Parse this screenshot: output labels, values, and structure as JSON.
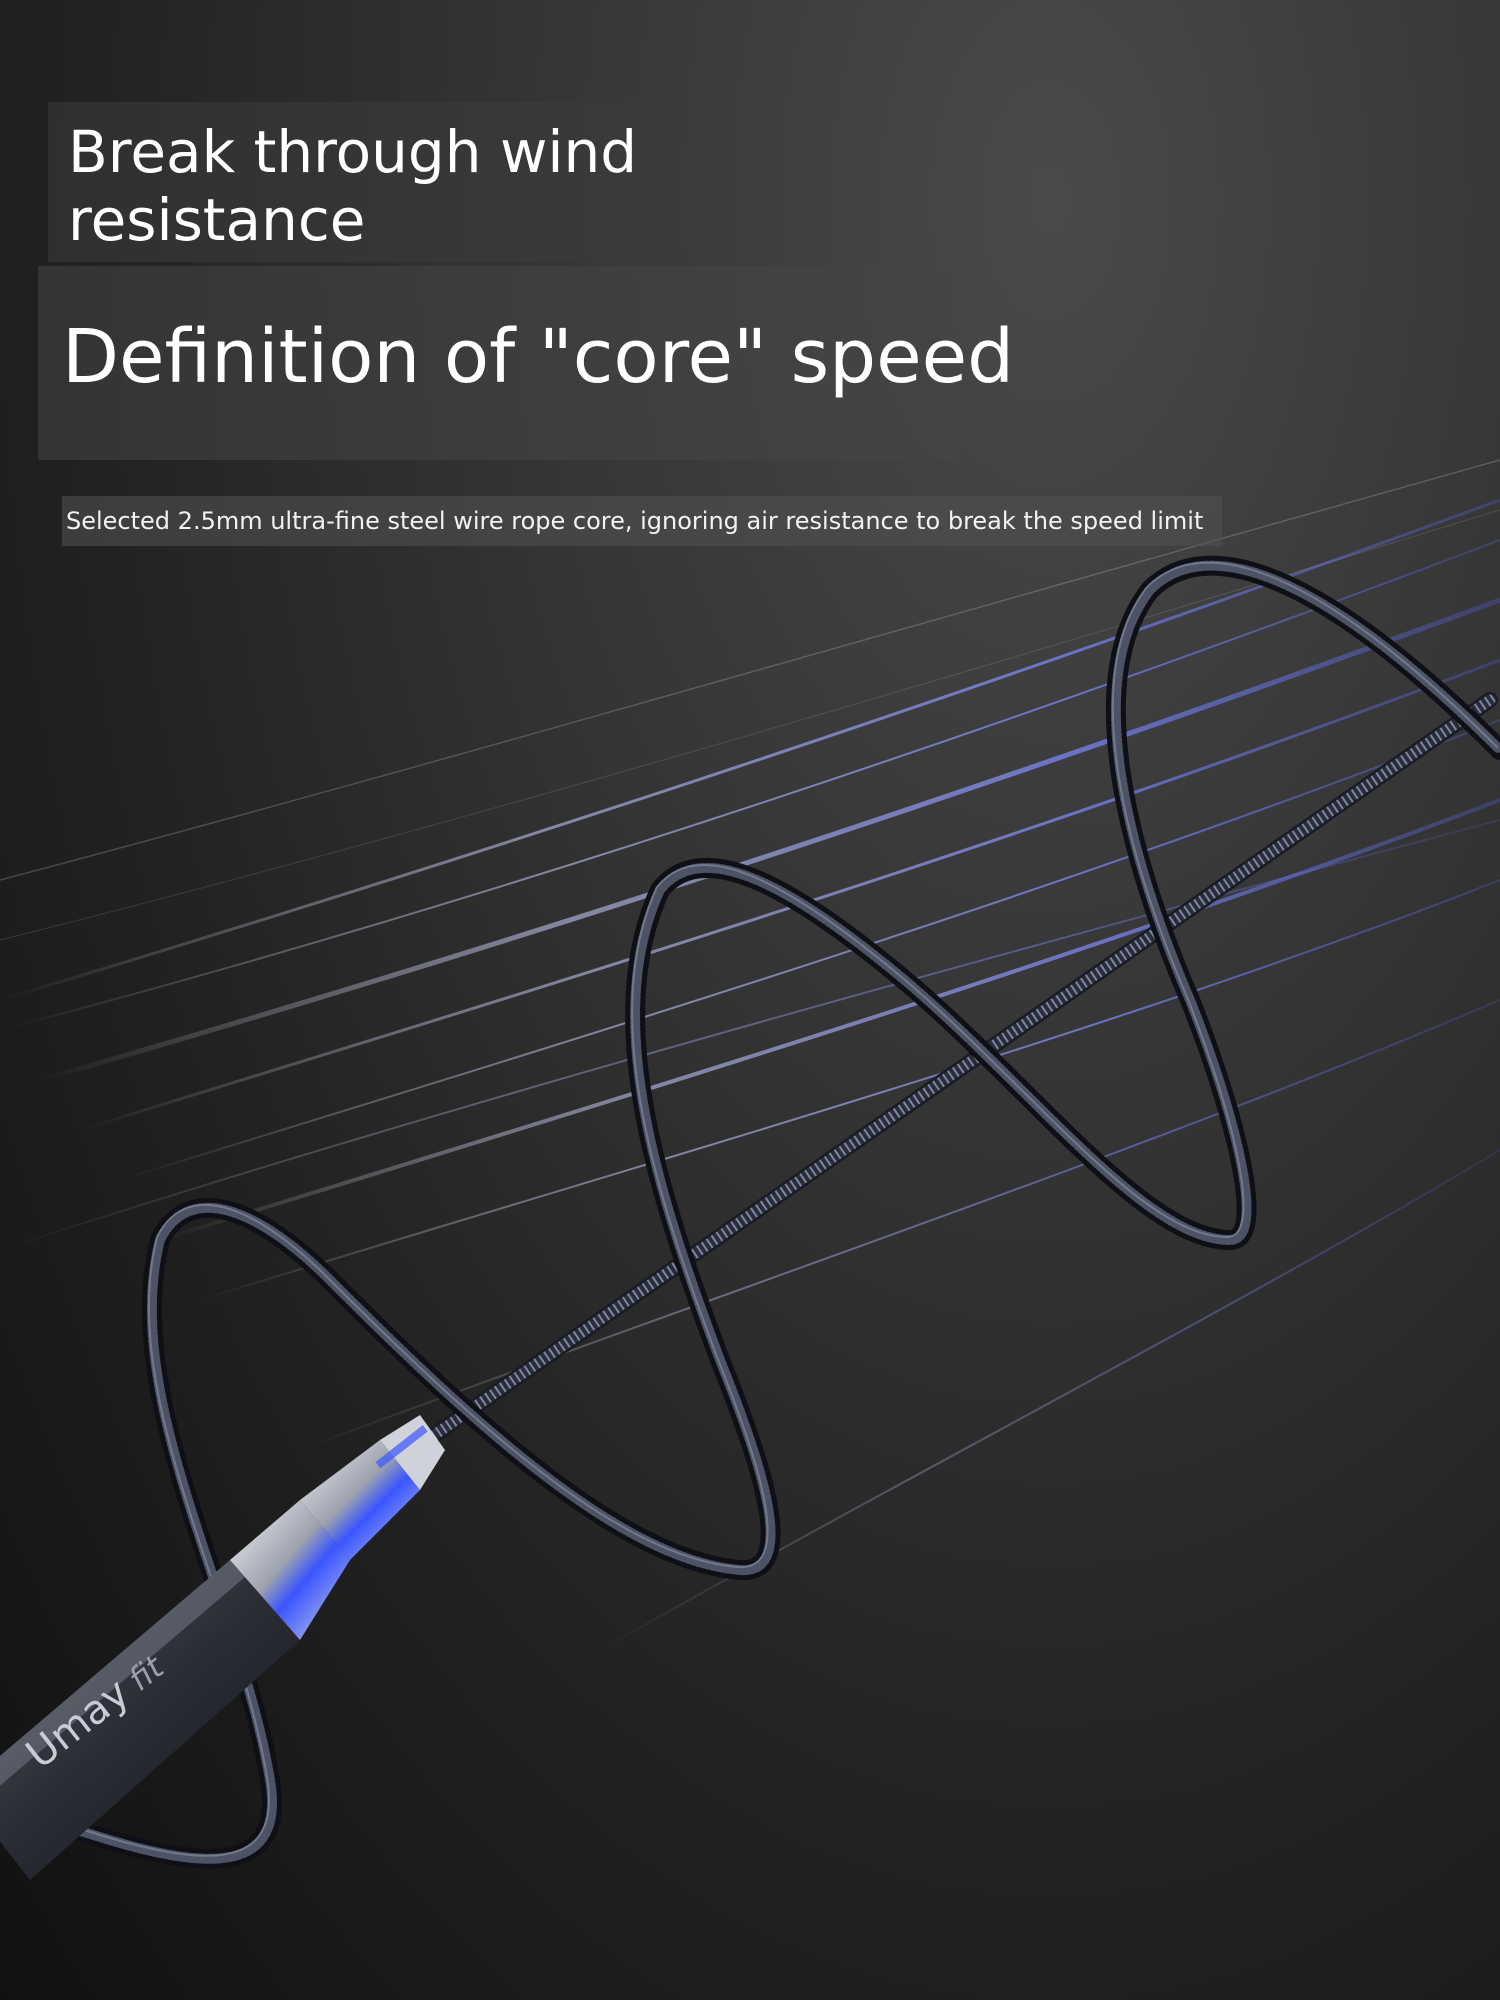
{
  "headline": "Break through wind resistance",
  "title": "Definition of \"core\" speed",
  "caption": "Selected 2.5mm ultra-fine steel wire rope core, ignoring air resistance to break the speed limit",
  "brand": {
    "name": "Umay",
    "badge": "fit"
  },
  "colors": {
    "background": "#2b2b2b",
    "wind_streak": "#8f9bff",
    "rope": "#1b1d24",
    "text": "#ffffff"
  },
  "icons": {
    "handle": "jump-rope-handle-icon",
    "rope": "steel-wire-rope-icon"
  }
}
